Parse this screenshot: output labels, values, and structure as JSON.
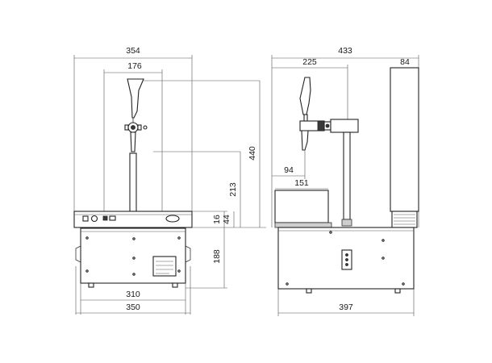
{
  "front_view": {
    "dimensions": {
      "overall_width": "354",
      "tower_width": "176",
      "overall_height": "440",
      "tap_height": "213",
      "top_plate_height": "16",
      "base_lip_height": "44",
      "cooler_height": "188",
      "cooler_inner_width": "310",
      "cooler_outer_width": "350"
    }
  },
  "side_view": {
    "dimensions": {
      "overall_depth": "433",
      "tap_reach": "225",
      "rear_box_width": "84",
      "spout_offset": "94",
      "drip_tray_width": "151",
      "cooler_depth": "397"
    }
  }
}
